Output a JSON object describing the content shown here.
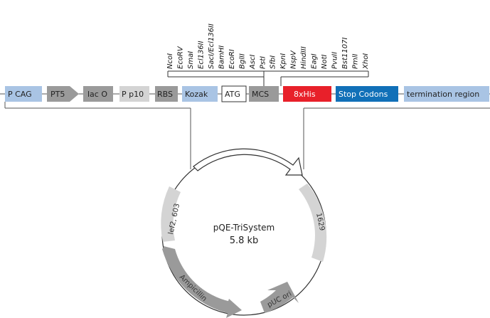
{
  "cassette": {
    "p_cag": "P CAG",
    "pt5": "PT5",
    "lac_o": "lac O",
    "p_p10": "P p10",
    "rbs": "RBS",
    "kozak": "Kozak",
    "atg": "ATG",
    "mcs": "MCS",
    "his": "8xHis",
    "stop": "Stop Codons",
    "term": "termination region"
  },
  "sites": [
    "NcoI",
    "EcoRV",
    "SmaI",
    "Ecl136II",
    "SacI/Ecl136II",
    "BamHI",
    "EcoRI",
    "BglII",
    "AscI",
    "PstI",
    "SfbI",
    "KpnI",
    "NspV",
    "HindIII",
    "EagI",
    "NotI",
    "PvuII",
    "Bst1107I",
    "PmlI",
    "XhoI"
  ],
  "plasmid": {
    "name": "pQE-TriSystem",
    "size": "5.8 kb",
    "features": {
      "lef2": "lef2, 603",
      "f1629": "1629",
      "amp": "Ampicillin",
      "puc": "pUC ori"
    }
  },
  "colors": {
    "light_blue": "#a9c4e4",
    "dark_gray": "#9a9a9a",
    "light_gray": "#d4d4d4",
    "red": "#e8202a",
    "blue": "#1170b8"
  }
}
